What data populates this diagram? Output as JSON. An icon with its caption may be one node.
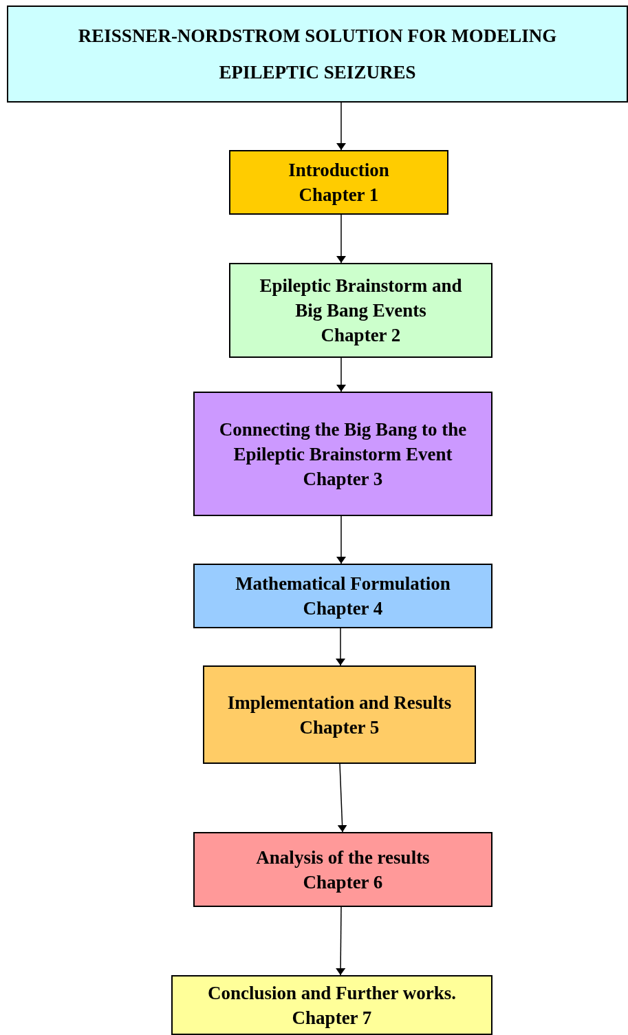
{
  "diagram": {
    "nodes": [
      {
        "text": [
          "REISSNER-NORDSTROM SOLUTION FOR MODELING EPILEPTIC SEIZURES"
        ]
      },
      {
        "text": [
          "Introduction",
          "Chapter 1"
        ]
      },
      {
        "text": [
          "Epileptic Brainstorm and Big Bang Events",
          "Chapter 2"
        ]
      },
      {
        "text": [
          "Connecting the Big Bang to the Epileptic Brainstorm Event",
          "Chapter 3"
        ]
      },
      {
        "text": [
          "Mathematical Formulation",
          "Chapter 4"
        ]
      },
      {
        "text": [
          "Implementation and Results",
          "Chapter 5"
        ]
      },
      {
        "text": [
          "Analysis of the results",
          "Chapter 6"
        ]
      },
      {
        "text": [
          "Conclusion and Further works.",
          "Chapter 7"
        ]
      }
    ],
    "edges": [
      {
        "from": 0,
        "to": 1,
        "arrow": "to"
      },
      {
        "from": 1,
        "to": 2,
        "arrow": "to"
      },
      {
        "from": 2,
        "to": 3,
        "arrow": "to"
      },
      {
        "from": 3,
        "to": 4,
        "arrow": "to"
      },
      {
        "from": 4,
        "to": 5,
        "arrow": "to"
      },
      {
        "from": 5,
        "to": 6,
        "arrow": "to"
      },
      {
        "from": 6,
        "to": 7,
        "arrow": "to"
      }
    ]
  }
}
